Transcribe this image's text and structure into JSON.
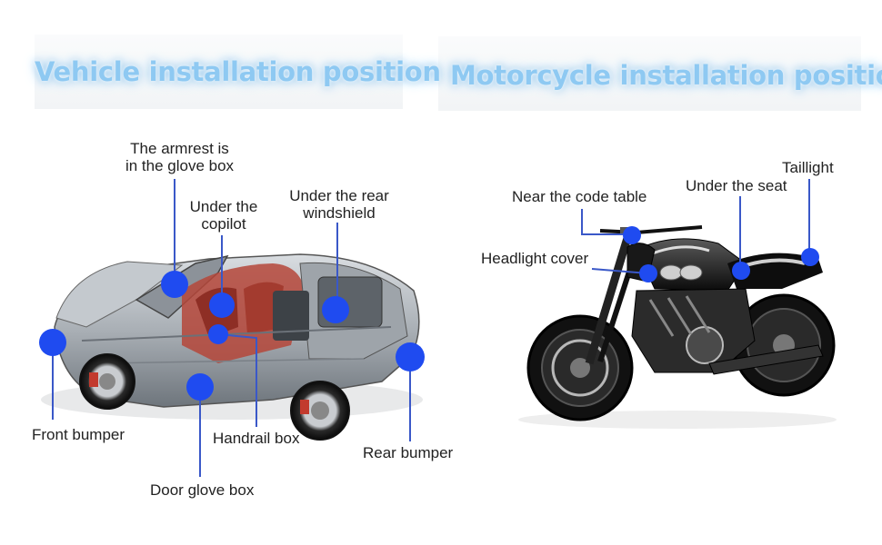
{
  "vehicle_panel": {
    "title": "Vehicle installation position",
    "callouts": {
      "armrest_line1": "The armrest is",
      "armrest_line2": "in the glove box",
      "copilot_line1": "Under the",
      "copilot_line2": "copilot",
      "rear_windshield_line1": "Under the rear",
      "rear_windshield_line2": "windshield",
      "front_bumper": "Front bumper",
      "handrail_box": "Handrail box",
      "rear_bumper": "Rear bumper",
      "door_glove_box": "Door glove box"
    }
  },
  "motorcycle_panel": {
    "title": "Motorcycle installation position",
    "callouts": {
      "code_table": "Near the code table",
      "seat": "Under the seat",
      "taillight": "Taillight",
      "headlight_cover": "Headlight cover"
    }
  },
  "colors": {
    "marker": "#1f4bf0",
    "leader_line": "#3a58c8",
    "title_glow": "#7fbdea"
  }
}
